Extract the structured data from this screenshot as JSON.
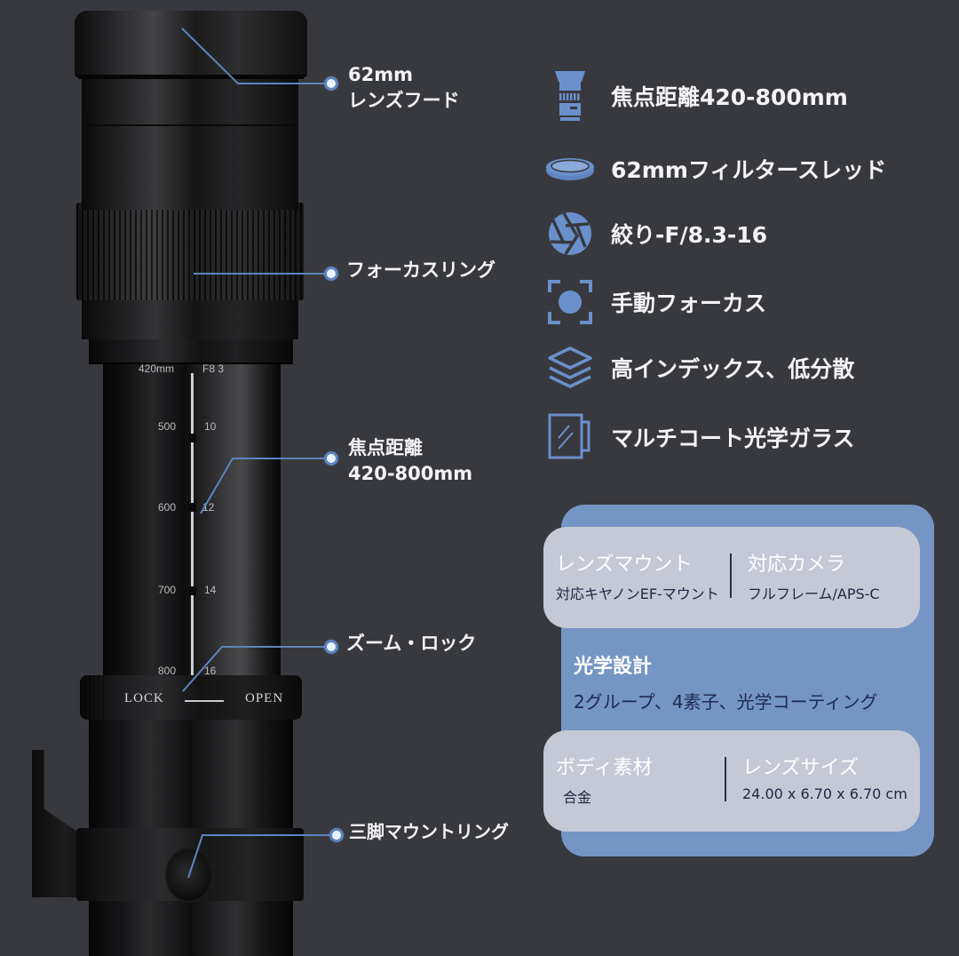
{
  "colors": {
    "background": "#38393e",
    "accent_blue": "#7595c4",
    "icon_blue": "#6a90cc",
    "card_gray": "#c5c9d5",
    "callout_line": "#5d84be",
    "text_white": "#f4f4f6",
    "text_dark": "#202842"
  },
  "lens": {
    "scale_focal": [
      "420mm",
      "500",
      "600",
      "700",
      "800"
    ],
    "scale_aperture": [
      "F8 3",
      "10",
      "12",
      "14",
      "16"
    ],
    "lock_label": "LOCK",
    "open_label": "OPEN"
  },
  "callouts": [
    {
      "line1": "62mm",
      "line2": "レンズフード"
    },
    {
      "line1": "フォーカスリング"
    },
    {
      "line1": "焦点距離",
      "line2": "420-800mm"
    },
    {
      "line1": "ズーム・ロック"
    },
    {
      "line1": "三脚マウントリング"
    }
  ],
  "features": [
    {
      "icon": "lens-icon",
      "label": "焦点距離420-800mm"
    },
    {
      "icon": "filter-ring-icon",
      "label": "62mmフィルタースレッド"
    },
    {
      "icon": "aperture-icon",
      "label": "絞り-F/8.3-16"
    },
    {
      "icon": "manual-focus-icon",
      "label": "手動フォーカス"
    },
    {
      "icon": "layers-icon",
      "label": "高インデックス、低分散"
    },
    {
      "icon": "glass-icon",
      "label": "マルチコート光学ガラス"
    }
  ],
  "specs": {
    "mount": {
      "title": "レンズマウント",
      "value": "対応キヤノンEF-マウント"
    },
    "camera": {
      "title": "対応カメラ",
      "value": "フルフレーム/APS-C"
    },
    "optical": {
      "title": "光学設計",
      "value": "2グループ、4素子、光学コーティング"
    },
    "material": {
      "title": "ボディ素材",
      "value": "合金"
    },
    "size": {
      "title": "レンズサイズ",
      "value": "24.00 x 6.70 x 6.70 cm"
    }
  }
}
